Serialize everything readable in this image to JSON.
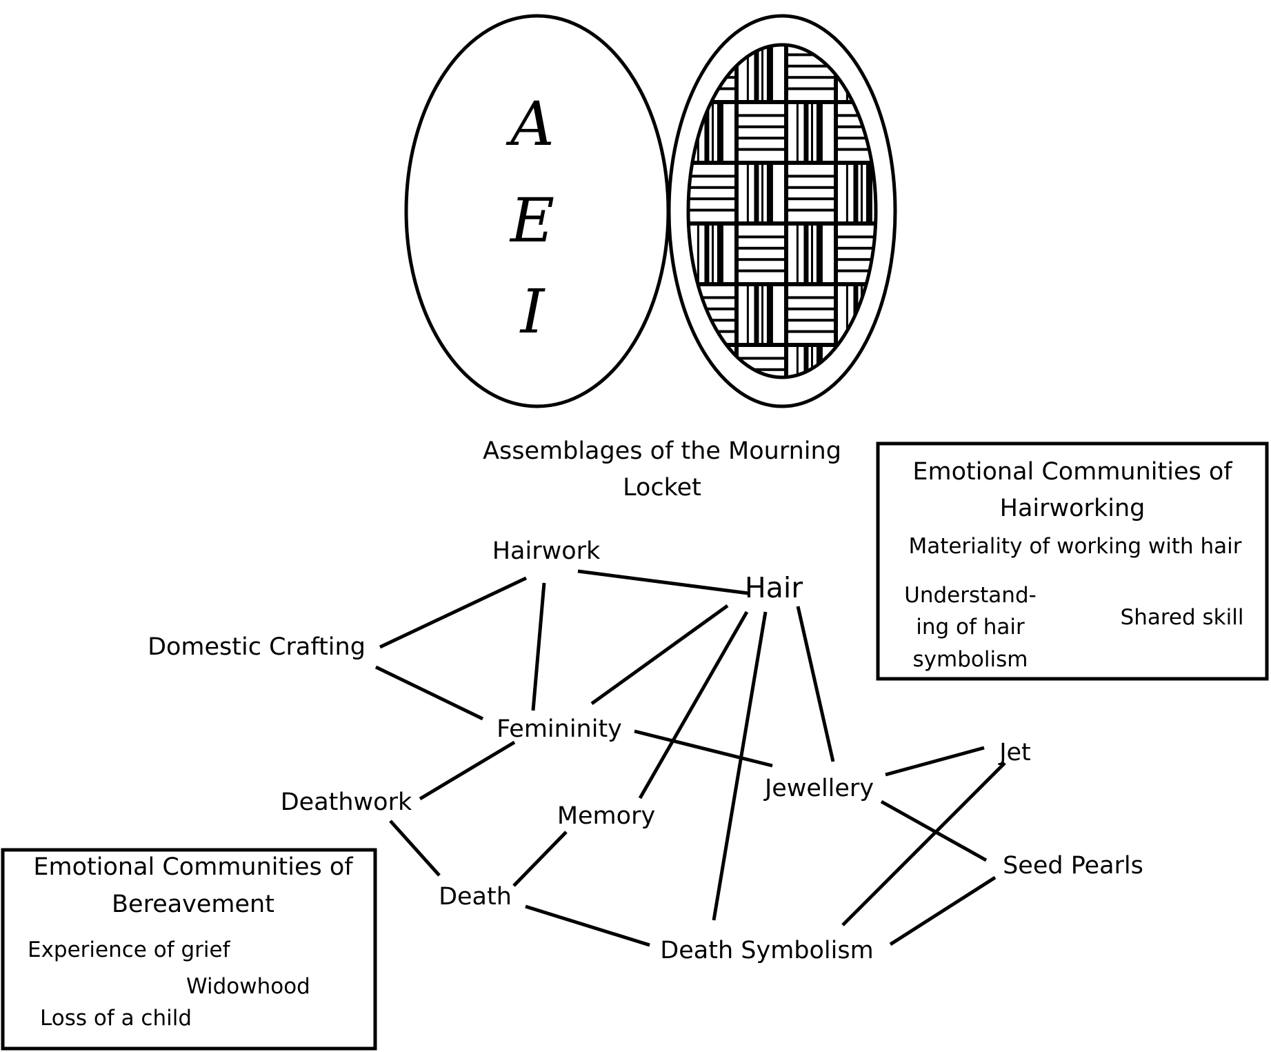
{
  "locket": {
    "initials": [
      "A",
      "E",
      "I"
    ],
    "caption_lines": [
      "Assemblages of the Mourning",
      "Locket"
    ]
  },
  "nodes": {
    "hairwork": "Hairwork",
    "hair": "Hair",
    "domestic_crafting": "Domestic Crafting",
    "femininity": "Femininity",
    "deathwork": "Deathwork",
    "memory": "Memory",
    "jewellery": "Jewellery",
    "jet": "Jet",
    "seed_pearls": "Seed Pearls",
    "death": "Death",
    "death_symbolism": "Death Symbolism"
  },
  "edges": [
    [
      "hairwork",
      "hair"
    ],
    [
      "hairwork",
      "domestic_crafting"
    ],
    [
      "hairwork",
      "femininity"
    ],
    [
      "domestic_crafting",
      "femininity"
    ],
    [
      "hair",
      "femininity"
    ],
    [
      "hair",
      "memory"
    ],
    [
      "hair",
      "death_symbolism"
    ],
    [
      "hair",
      "jewellery"
    ],
    [
      "femininity",
      "jewellery"
    ],
    [
      "femininity",
      "deathwork"
    ],
    [
      "deathwork",
      "death"
    ],
    [
      "memory",
      "death"
    ],
    [
      "death",
      "death_symbolism"
    ],
    [
      "jewellery",
      "jet"
    ],
    [
      "jewellery",
      "seed_pearls"
    ],
    [
      "jet",
      "death_symbolism"
    ],
    [
      "seed_pearls",
      "death_symbolism"
    ]
  ],
  "hairworking_box": {
    "title_lines": [
      "Emotional Communities of",
      "Hairworking"
    ],
    "items": {
      "materiality": "Materiality of working with hair",
      "understanding_lines": [
        "Understand-",
        "ing of hair",
        "symbolism"
      ],
      "shared_skill": "Shared skill"
    }
  },
  "bereavement_box": {
    "title_lines": [
      "Emotional Communities of",
      "Bereavement"
    ],
    "items": {
      "grief": "Experience of grief",
      "widowhood": "Widowhood",
      "loss_child": "Loss of a child"
    }
  }
}
